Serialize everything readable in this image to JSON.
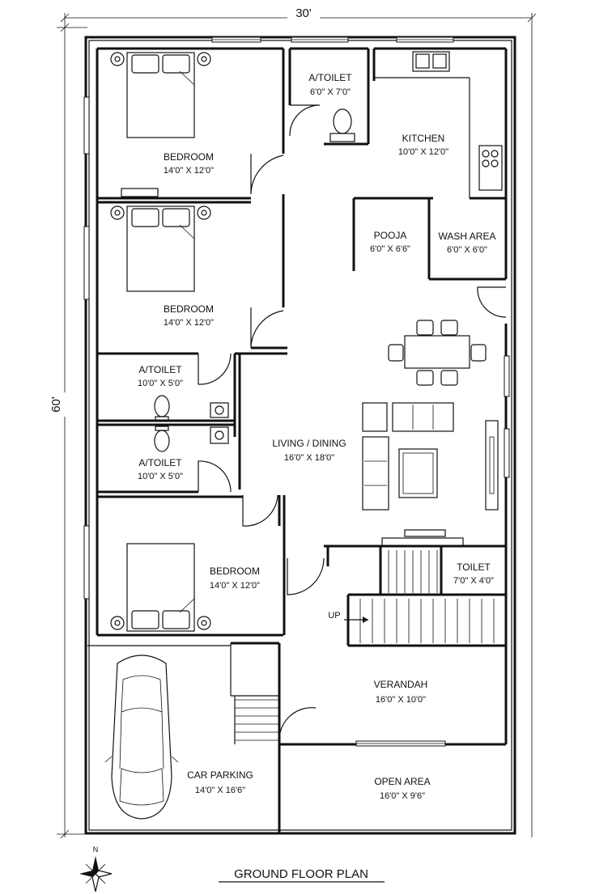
{
  "dimensions": {
    "width_label": "30'",
    "height_label": "60'"
  },
  "title": "GROUND FLOOR PLAN",
  "north_label": "N",
  "stair_label": "UP",
  "rooms": {
    "bedroom1": {
      "name": "BEDROOM",
      "size": "14'0\" X 12'0\""
    },
    "atoilet1": {
      "name": "A/TOILET",
      "size": "6'0\" X 7'0\""
    },
    "kitchen": {
      "name": "KITCHEN",
      "size": "10'0\" X 12'0\""
    },
    "bedroom2": {
      "name": "BEDROOM",
      "size": "14'0\" X 12'0\""
    },
    "pooja": {
      "name": "POOJA",
      "size": "6'0\" X 6'6\""
    },
    "wash": {
      "name": "WASH AREA",
      "size": "6'0\" X 6'0\""
    },
    "atoilet2": {
      "name": "A/TOILET",
      "size": "10'0\" X 5'0\""
    },
    "atoilet3": {
      "name": "A/TOILET",
      "size": "10'0\" X 5'0\""
    },
    "living": {
      "name": "LIVING / DINING",
      "size": "16'0\" X 18'0\""
    },
    "bedroom3": {
      "name": "BEDROOM",
      "size": "14'0\" X 12'0\""
    },
    "toilet": {
      "name": "TOILET",
      "size": "7'0\" X 4'0\""
    },
    "verandah": {
      "name": "VERANDAH",
      "size": "16'0\" X 10'0\""
    },
    "parking": {
      "name": "CAR PARKING",
      "size": "14'0\" X 16'6\""
    },
    "open": {
      "name": "OPEN AREA",
      "size": "16'0\" X 9'6\""
    }
  }
}
